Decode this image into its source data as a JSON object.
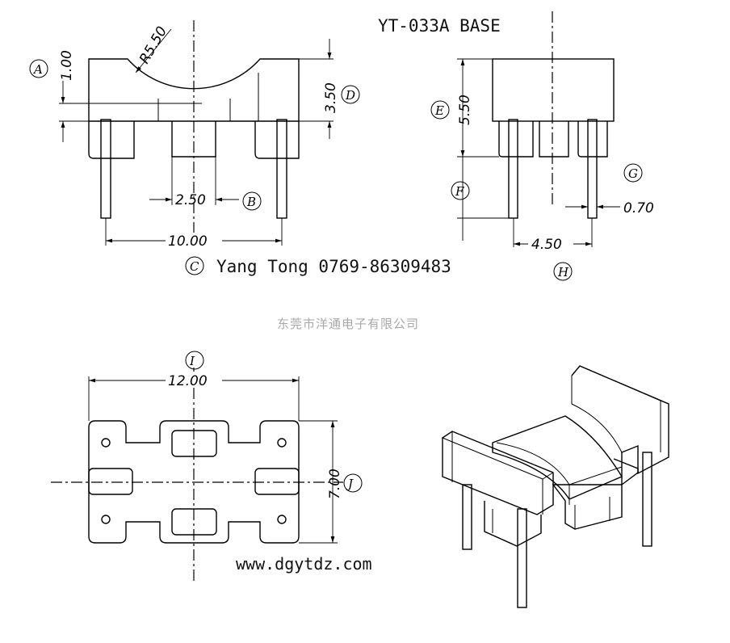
{
  "title": "YT-033A BASE",
  "contact": "Yang Tong 0769-86309483",
  "company": "东莞市洋通电子有限公司",
  "website": "www.dgytdz.com",
  "dimensions": {
    "A": "1.00",
    "R": "R5.50",
    "D": "3.50",
    "B": "2.50",
    "C": "10.00",
    "E": "5.50",
    "G": "0.70",
    "H": "4.50",
    "I": "12.00",
    "J": "7.00"
  },
  "callouts": {
    "A": "A",
    "B": "B",
    "C": "C",
    "D": "D",
    "E": "E",
    "F": "F",
    "G": "G",
    "H": "H",
    "I": "I",
    "J": "J"
  }
}
